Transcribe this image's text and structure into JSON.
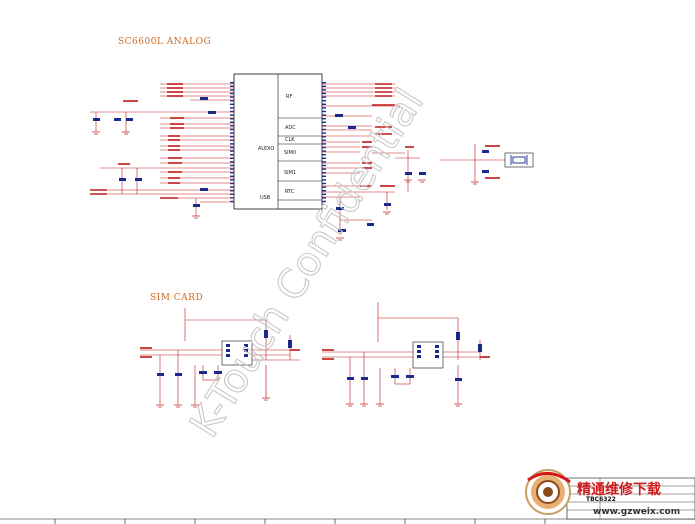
{
  "sections": {
    "analog_title": "SC6600L ANALOG",
    "sim_title": "SIM CARD"
  },
  "ic_blocks": {
    "rf": "RF",
    "adc": "ADC",
    "clk": "CLK",
    "audio": "AUDIO",
    "sim0": "SIM0",
    "sim1": "SIM1",
    "rtc": "RTC",
    "usb": "USB"
  },
  "watermark": "K-Touch Confidential",
  "title_block": {
    "doc_id": "TBC6322"
  },
  "logo": {
    "site_name": "精通维修下载",
    "url": "www.gzweix.com"
  },
  "colors": {
    "wire": "#c01818",
    "component": "#1a2a8c",
    "outline": "#111111",
    "title": "#d2691e",
    "watermark": "#c9c9c9"
  }
}
